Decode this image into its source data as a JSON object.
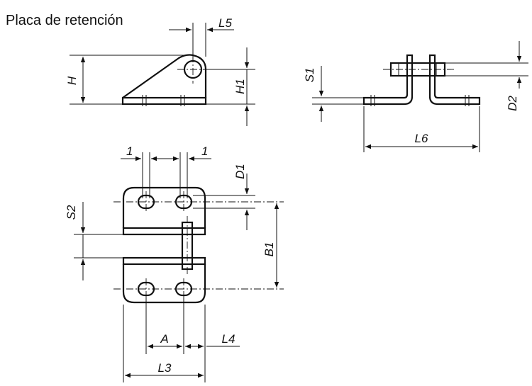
{
  "title": "Placa de retención",
  "labels": {
    "L5": "L5",
    "H": "H",
    "H1": "H1",
    "S1": "S1",
    "D2": "D2",
    "L6": "L6",
    "one_left": "1",
    "one_right": "1",
    "D1": "D1",
    "S2": "S2",
    "B1": "B1",
    "A": "A",
    "L4": "L4",
    "L3": "L3"
  },
  "colors": {
    "line": "#111111",
    "background": "#ffffff"
  }
}
